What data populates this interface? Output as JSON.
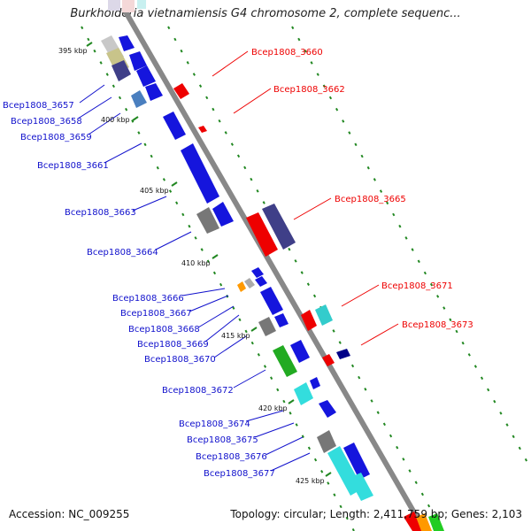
{
  "title": "Burkholderia vietnamiensis G4 chromosome 2, complete sequenc...",
  "accession": "Accession: NC_009255",
  "topology": "Topology: circular; Length: 2,411,759 bp; Genes: 2,103",
  "colors": {
    "backbone": "#888888",
    "gene_blue": "#1515dd",
    "label_blue": "#1010cc",
    "label_red": "#ee0000",
    "tick_green": "#228822"
  },
  "ticks": [
    "395 kbp",
    "400 kbp",
    "405 kbp",
    "410 kbp",
    "415 kbp",
    "420 kbp",
    "425 kbp"
  ],
  "left_labels": [
    "Bcep1808_3657",
    "Bcep1808_3658",
    "Bcep1808_3659",
    "Bcep1808_3661",
    "Bcep1808_3663",
    "Bcep1808_3664",
    "Bcep1808_3666",
    "Bcep1808_3667",
    "Bcep1808_3668",
    "Bcep1808_3669",
    "Bcep1808_3670",
    "Bcep1808_3672",
    "Bcep1808_3674",
    "Bcep1808_3675",
    "Bcep1808_3676",
    "Bcep1808_3677"
  ],
  "right_labels": [
    "Bcep1808_3660",
    "Bcep1808_3662",
    "Bcep1808_3665",
    "Bcep1808_3671",
    "Bcep1808_3673"
  ]
}
